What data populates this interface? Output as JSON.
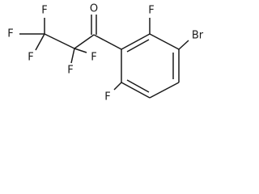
{
  "molecule": {
    "atoms": {
      "O": "O",
      "F_c3_top": "F",
      "F_c3_left": "F",
      "F_c3_bottom": "F",
      "F_c2_right": "F",
      "F_c2_bottom": "F",
      "F_ring_top": "F",
      "F_ring_bottom": "F",
      "Br": "Br"
    }
  }
}
